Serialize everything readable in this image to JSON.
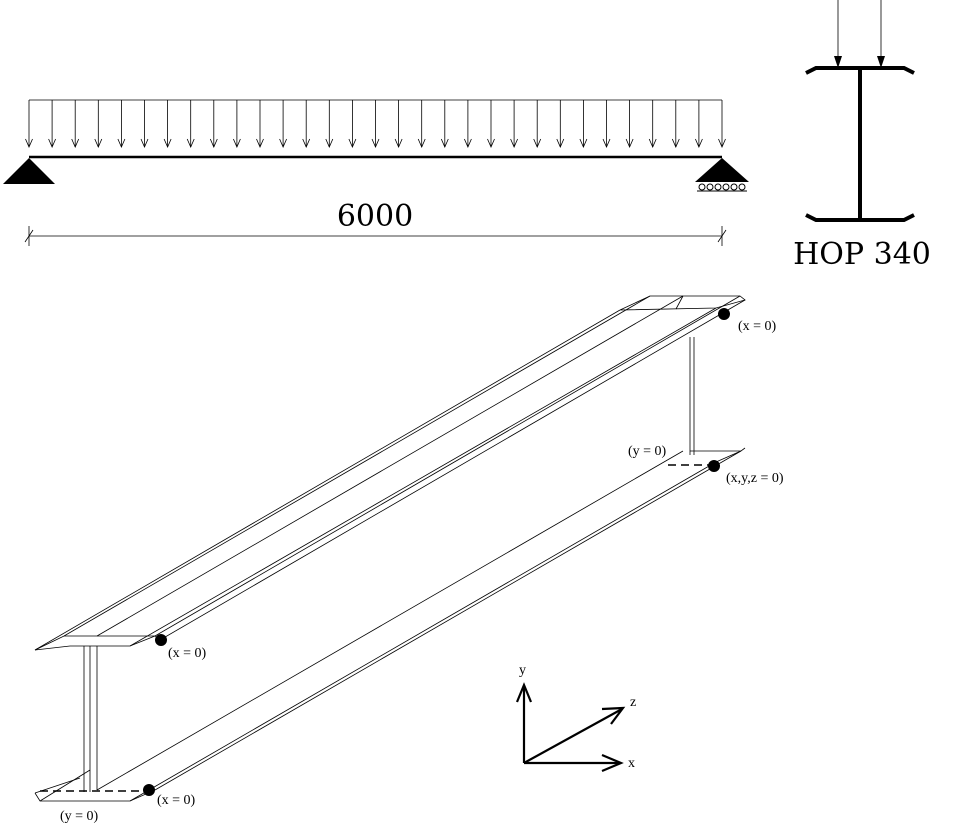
{
  "span_dimension": "6000",
  "section_label": "HOP 340",
  "annotations": {
    "top_right_x0": "(x = 0)",
    "right_y0": "(y = 0)",
    "right_xyz0": "(x,y,z = 0)",
    "left_top_x0": "(x = 0)",
    "left_bottom_x0": "(x = 0)",
    "left_bottom_y0": "(y = 0)"
  },
  "axes": {
    "x": "x",
    "y": "y",
    "z": "z"
  },
  "load": {
    "arrow_count": 31
  },
  "colors": {
    "line": "#000000",
    "background": "#ffffff"
  }
}
